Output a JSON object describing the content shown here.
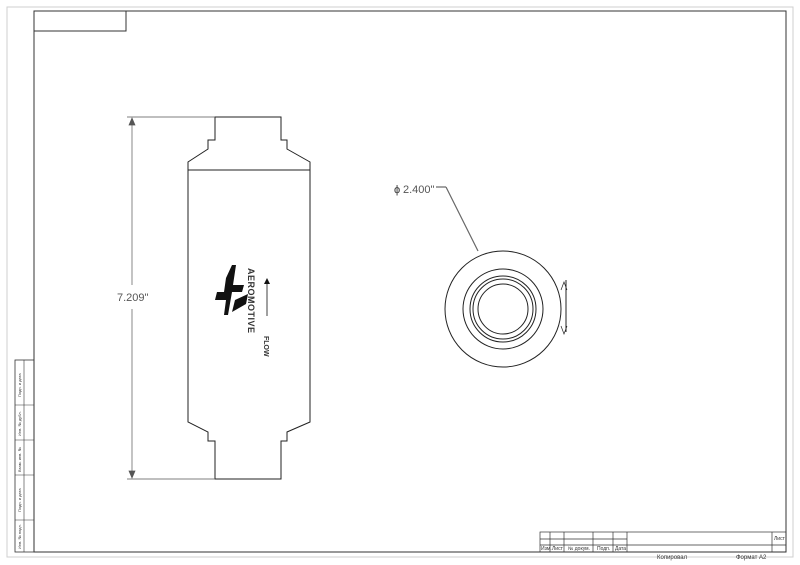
{
  "dimensions": {
    "length": "7.209\"",
    "diameter": "2.400\""
  },
  "logo": {
    "brand": "AEROMOTIVE",
    "flow": "FLOW"
  },
  "side_stamps": [
    "Подп. и дата",
    "Инв. № дубл.",
    "Взам. инв. №",
    "Подп. и дата",
    "Инв. № подл."
  ],
  "title_block": {
    "columns": [
      "Изм.",
      "Лист",
      "№ докум.",
      "Подп.",
      "Дата"
    ],
    "sheet_label": "Лист",
    "copied": "Копировал",
    "format": "Формат A2"
  }
}
